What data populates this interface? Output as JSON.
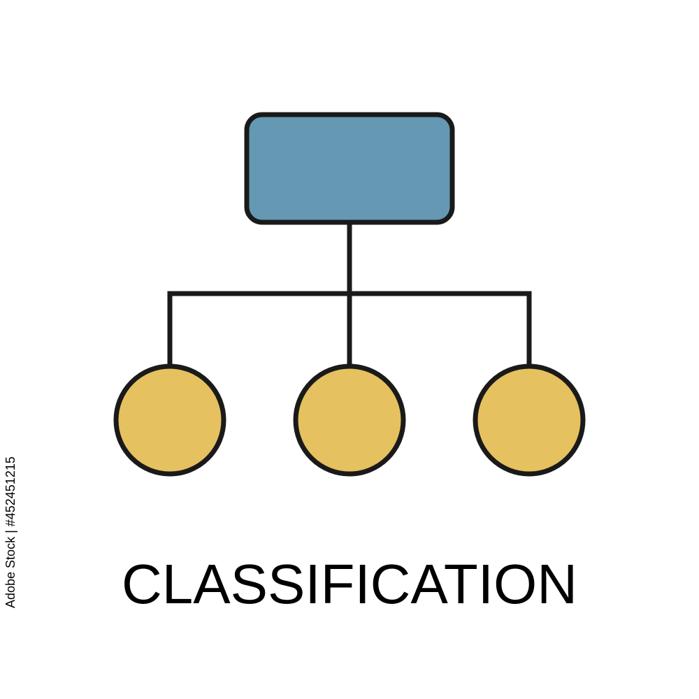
{
  "caption": "CLASSIFICATION",
  "stock_id": "Adobe Stock | #452451215",
  "colors": {
    "root_fill": "#6599b3",
    "leaf_fill": "#e5c15f",
    "stroke": "#1a1a1a"
  },
  "diagram": {
    "root_icon": "rounded-rectangle",
    "leaf_icon": "circle",
    "leaf_count": 3
  }
}
